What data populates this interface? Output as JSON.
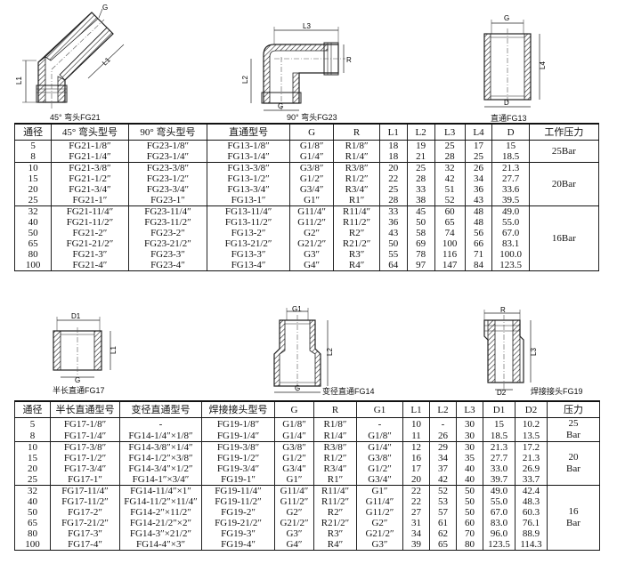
{
  "captions": {
    "fg21": "45° 弯头FG21",
    "fg23": "90° 弯头FG23",
    "fg13": "直通FG13",
    "fg17": "半长直通FG17",
    "fg14": "变径直通FG14",
    "fg19": "焊接接头FG19"
  },
  "dims": {
    "g": "G",
    "l1": "L1",
    "l2": "L2",
    "l3": "L3",
    "l4": "L4",
    "r": "R",
    "d": "D",
    "d1": "D1",
    "d2": "D2",
    "g1": "G1"
  },
  "table1": {
    "headers": [
      "通径",
      "45° 弯头型号",
      "90° 弯头型号",
      "直通型号",
      "G",
      "R",
      "L1",
      "L2",
      "L3",
      "L4",
      "D",
      "工作压力"
    ],
    "rows": [
      [
        "5",
        "FG21-1/8″",
        "FG23-1/8″",
        "FG13-1/8″",
        "G1/8″",
        "R1/8″",
        "18",
        "19",
        "25",
        "17",
        "15"
      ],
      [
        "8",
        "FG21-1/4″",
        "FG23-1/4″",
        "FG13-1/4″",
        "G1/4″",
        "R1/4″",
        "18",
        "21",
        "28",
        "25",
        "18.5"
      ],
      [
        "10",
        "FG21-3/8″",
        "FG23-3/8″",
        "FG13-3/8″",
        "G3/8″",
        "R3/8″",
        "20",
        "25",
        "32",
        "26",
        "21.3"
      ],
      [
        "15",
        "FG21-1/2″",
        "FG23-1/2″",
        "FG13-1/2″",
        "G1/2″",
        "R1/2″",
        "22",
        "28",
        "42",
        "34",
        "27.7"
      ],
      [
        "20",
        "FG21-3/4″",
        "FG23-3/4″",
        "FG13-3/4″",
        "G3/4″",
        "R3/4″",
        "25",
        "33",
        "51",
        "36",
        "33.6"
      ],
      [
        "25",
        "FG21-1″",
        "FG23-1″",
        "FG13-1″",
        "G1″",
        "R1″",
        "28",
        "38",
        "52",
        "43",
        "39.5"
      ],
      [
        "32",
        "FG21-11/4″",
        "FG23-11/4″",
        "FG13-11/4″",
        "G11/4″",
        "R11/4″",
        "33",
        "45",
        "60",
        "48",
        "49.0"
      ],
      [
        "40",
        "FG21-11/2″",
        "FG23-11/2″",
        "FG13-11/2″",
        "G11/2″",
        "R11/2″",
        "36",
        "50",
        "65",
        "48",
        "55.0"
      ],
      [
        "50",
        "FG21-2″",
        "FG23-2″",
        "FG13-2″",
        "G2″",
        "R2″",
        "43",
        "58",
        "74",
        "56",
        "67.0"
      ],
      [
        "65",
        "FG21-21/2″",
        "FG23-21/2″",
        "FG13-21/2″",
        "G21/2″",
        "R21/2″",
        "50",
        "69",
        "100",
        "66",
        "83.1"
      ],
      [
        "80",
        "FG21-3″",
        "FG23-3″",
        "FG13-3″",
        "G3″",
        "R3″",
        "55",
        "78",
        "116",
        "71",
        "100.0"
      ],
      [
        "100",
        "FG21-4″",
        "FG23-4″",
        "FG13-4″",
        "G4″",
        "R4″",
        "64",
        "97",
        "147",
        "84",
        "123.5"
      ]
    ],
    "pressures": [
      "25Bar",
      "20Bar",
      "16Bar"
    ]
  },
  "table2": {
    "headers": [
      "通径",
      "半长直通型号",
      "变径直通型号",
      "焊接接头型号",
      "G",
      "R",
      "G1",
      "L1",
      "L2",
      "L3",
      "D1",
      "D2",
      "压力"
    ],
    "rows": [
      [
        "5",
        "FG17-1/8″",
        "-",
        "FG19-1/8″",
        "G1/8″",
        "R1/8″",
        "-",
        "10",
        "-",
        "30",
        "15",
        "10.2"
      ],
      [
        "8",
        "FG17-1/4″",
        "FG14-1/4″×1/8″",
        "FG19-1/4″",
        "G1/4″",
        "R1/4″",
        "G1/8″",
        "11",
        "26",
        "30",
        "18.5",
        "13.5"
      ],
      [
        "10",
        "FG17-3/8″",
        "FG14-3/8″×1/4″",
        "FG19-3/8″",
        "G3/8″",
        "R3/8″",
        "G1/4″",
        "12",
        "29",
        "30",
        "21.3",
        "17.2"
      ],
      [
        "15",
        "FG17-1/2″",
        "FG14-1/2″×3/8″",
        "FG19-1/2″",
        "G1/2″",
        "R1/2″",
        "G3/8″",
        "16",
        "34",
        "35",
        "27.7",
        "21.3"
      ],
      [
        "20",
        "FG17-3/4″",
        "FG14-3/4″×1/2″",
        "FG19-3/4″",
        "G3/4″",
        "R3/4″",
        "G1/2″",
        "17",
        "37",
        "40",
        "33.0",
        "26.9"
      ],
      [
        "25",
        "FG17-1″",
        "FG14-1″×3/4″",
        "FG19-1″",
        "G1″",
        "R1″",
        "G3/4″",
        "20",
        "42",
        "40",
        "39.7",
        "33.7"
      ],
      [
        "32",
        "FG17-11/4″",
        "FG14-11/4″×1″",
        "FG19-11/4″",
        "G11/4″",
        "R11/4″",
        "G1″",
        "22",
        "52",
        "50",
        "49.0",
        "42.4"
      ],
      [
        "40",
        "FG17-11/2″",
        "FG14-11/2″×11/4″",
        "FG19-11/2″",
        "G11/2″",
        "R11/2″",
        "G11/4″",
        "22",
        "53",
        "50",
        "55.0",
        "48.3"
      ],
      [
        "50",
        "FG17-2″",
        "FG14-2″×11/2″",
        "FG19-2″",
        "G2″",
        "R2″",
        "G11/2″",
        "27",
        "57",
        "50",
        "67.0",
        "60.3"
      ],
      [
        "65",
        "FG17-21/2″",
        "FG14-21/2″×2″",
        "FG19-21/2″",
        "G21/2″",
        "R21/2″",
        "G2″",
        "31",
        "61",
        "60",
        "83.0",
        "76.1"
      ],
      [
        "80",
        "FG17-3″",
        "FG14-3″×21/2″",
        "FG19-3″",
        "G3″",
        "R3″",
        "G21/2″",
        "34",
        "62",
        "70",
        "96.0",
        "88.9"
      ],
      [
        "100",
        "FG17-4″",
        "FG14-4″×3″",
        "FG19-4″",
        "G4″",
        "R4″",
        "G3″",
        "39",
        "65",
        "80",
        "123.5",
        "114.3"
      ]
    ],
    "pressures": [
      [
        "25",
        "Bar"
      ],
      [
        "20",
        "Bar"
      ],
      [
        "16",
        "Bar"
      ]
    ]
  }
}
